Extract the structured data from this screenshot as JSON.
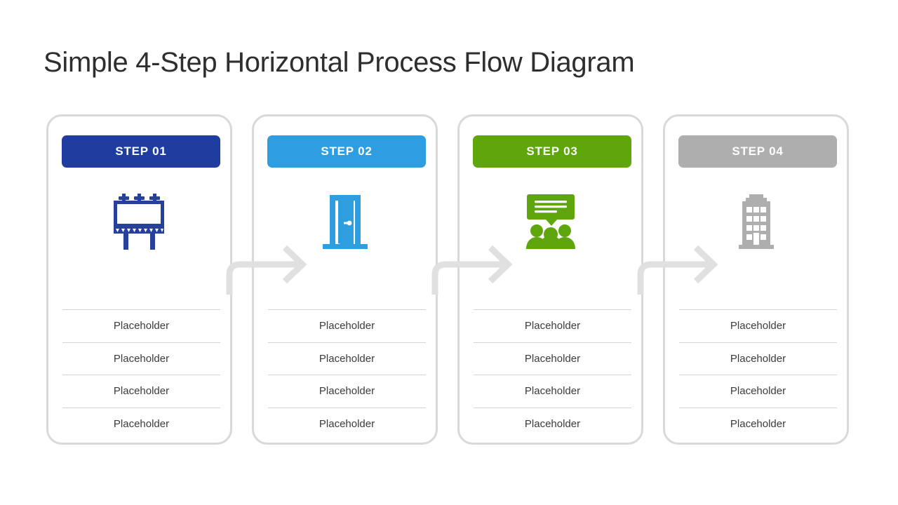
{
  "page": {
    "title": "Simple 4-Step Horizontal Process Flow Diagram",
    "background": "#ffffff",
    "title_color": "#2e2e2e"
  },
  "diagram": {
    "type": "horizontal-process-flow",
    "step_count": 4,
    "card_border_color": "#d9d9d9",
    "connector_color": "#e0e0e0",
    "separator_color": "#d4d4d4",
    "body_text_color": "#3b3b3b",
    "steps": [
      {
        "label": "STEP 01",
        "color": "#1f3d9e",
        "icon": "billboard-icon",
        "items": [
          "Placeholder",
          "Placeholder",
          "Placeholder",
          "Placeholder"
        ]
      },
      {
        "label": "STEP 02",
        "color": "#2f9ee0",
        "icon": "open-door-icon",
        "items": [
          "Placeholder",
          "Placeholder",
          "Placeholder",
          "Placeholder"
        ]
      },
      {
        "label": "STEP 03",
        "color": "#5ea60c",
        "icon": "presentation-audience-icon",
        "items": [
          "Placeholder",
          "Placeholder",
          "Placeholder",
          "Placeholder"
        ]
      },
      {
        "label": "STEP 04",
        "color": "#aeaeae",
        "icon": "office-building-icon",
        "items": [
          "Placeholder",
          "Placeholder",
          "Placeholder",
          "Placeholder"
        ]
      }
    ],
    "connectors": [
      {
        "name": "arrow-step1-to-step2"
      },
      {
        "name": "arrow-step2-to-step3"
      },
      {
        "name": "arrow-step3-to-step4"
      }
    ]
  }
}
